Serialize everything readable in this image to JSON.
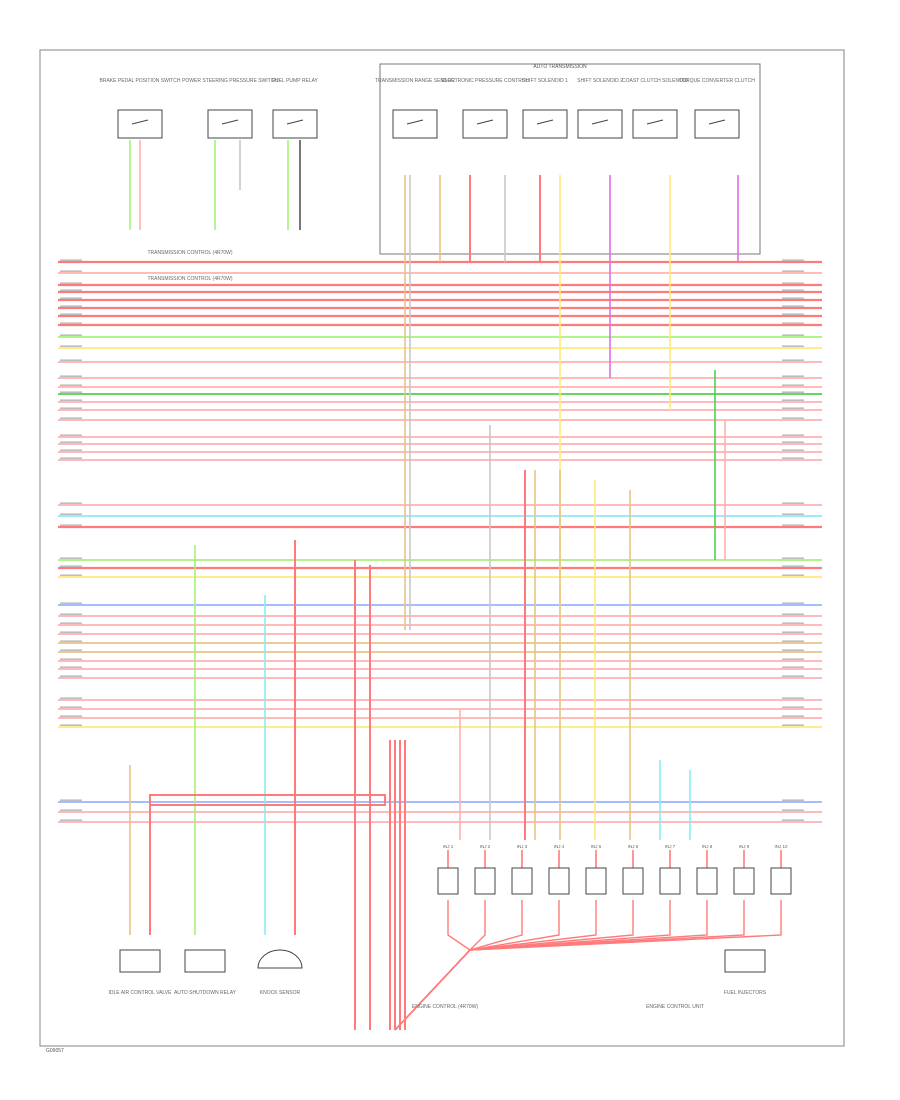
{
  "diagram": {
    "header_label": "AUTO TRANSMISSION",
    "footer_code": "G09057",
    "colors": {
      "red": "#ff7b7b",
      "pink": "#ffb0b0",
      "light_green": "#a6f07a",
      "green": "#4fd04f",
      "yellow": "#ffe97a",
      "tan": "#e6c486",
      "cyan": "#88ecf2",
      "blue": "#9ab2ff",
      "violet": "#e070e8",
      "gray": "#c8c8c8",
      "wire_dark": "#555555"
    },
    "top_components": [
      {
        "label": "BRAKE PEDAL POSITION SWITCH"
      },
      {
        "label": "POWER STEERING PRESSURE SWITCH"
      },
      {
        "label": "FUEL PUMP RELAY"
      },
      {
        "label": "TRANSMISSION RANGE SENSOR"
      },
      {
        "label": "ELECTRONIC PRESSURE CONTROL"
      },
      {
        "label": "SHIFT SOLENOID 1"
      },
      {
        "label": "SHIFT SOLENOID 2"
      },
      {
        "label": "COAST CLUTCH SOLENOID"
      },
      {
        "label": "TORQUE CONVERTER CLUTCH"
      }
    ],
    "mid_labels": [
      {
        "text": "TRANSMISSION CONTROL (4R70W)"
      },
      {
        "text": "TRANSMISSION CONTROL (4R70W)"
      },
      {
        "text": "ENGINE CONTROL (4R70W)"
      },
      {
        "text": "ENGINE CONTROL UNIT"
      }
    ],
    "bottom_components": [
      {
        "label": "IDLE AIR CONTROL VALVE"
      },
      {
        "label": "AUTO SHUTDOWN RELAY"
      },
      {
        "label": "KNOCK SENSOR"
      },
      {
        "label": "FUEL INJECTORS"
      }
    ],
    "injector_labels": [
      "INJ 1",
      "INJ 2",
      "INJ 3",
      "INJ 4",
      "INJ 5",
      "INJ 6",
      "INJ 7",
      "INJ 8",
      "INJ 9",
      "INJ 10"
    ]
  }
}
